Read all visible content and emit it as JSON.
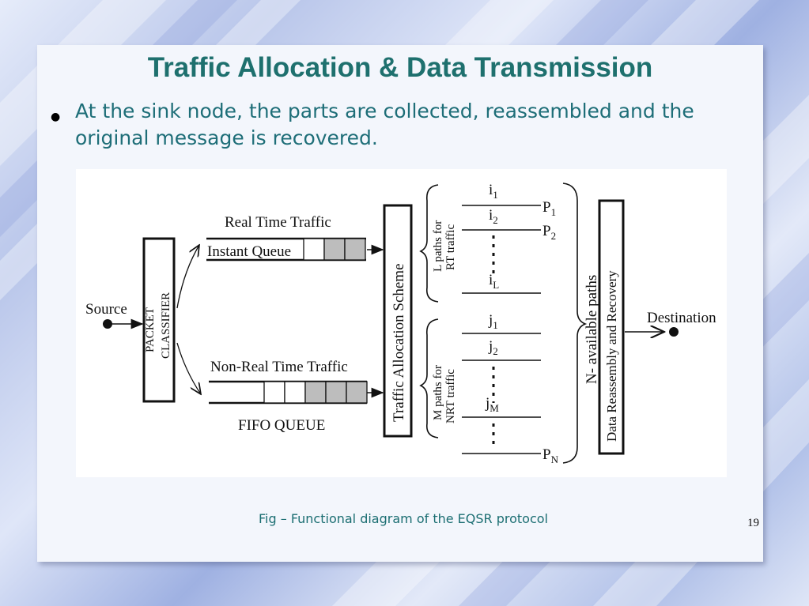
{
  "slide": {
    "title": "Traffic Allocation & Data Transmission",
    "bullet": "At the sink node, the parts are collected, reassembled and the original message is recovered.",
    "caption": "Fig – Functional diagram of the EQSR protocol",
    "page_number": "19"
  },
  "diagram": {
    "source": "Source",
    "classifier_line1": "PACKET",
    "classifier_line2": "CLASSIFIER",
    "rt_traffic": "Real Time Traffic",
    "instant_queue": "Instant Queue",
    "nrt_traffic": "Non-Real Time Traffic",
    "fifo_queue": "FIFO QUEUE",
    "allocation_scheme": "Traffic Allocation Scheme",
    "l_paths_line1": "L paths for",
    "l_paths_line2": "RT traffic",
    "m_paths_line1": "M paths for",
    "m_paths_line2": "NRT traffic",
    "n_paths": "N- available paths",
    "reassembly": "Data Reassembly and Recovery",
    "destination": "Destination",
    "path_labels": {
      "i1": "i",
      "i1_sub": "1",
      "i2": "i",
      "i2_sub": "2",
      "iL": "i",
      "iL_sub": "L",
      "j1": "j",
      "j1_sub": "1",
      "j2": "j",
      "j2_sub": "2",
      "jM": "j",
      "jM_sub": "M",
      "p1": "P",
      "p1_sub": "1",
      "p2": "P",
      "p2_sub": "2",
      "pN": "P",
      "pN_sub": "N"
    }
  }
}
